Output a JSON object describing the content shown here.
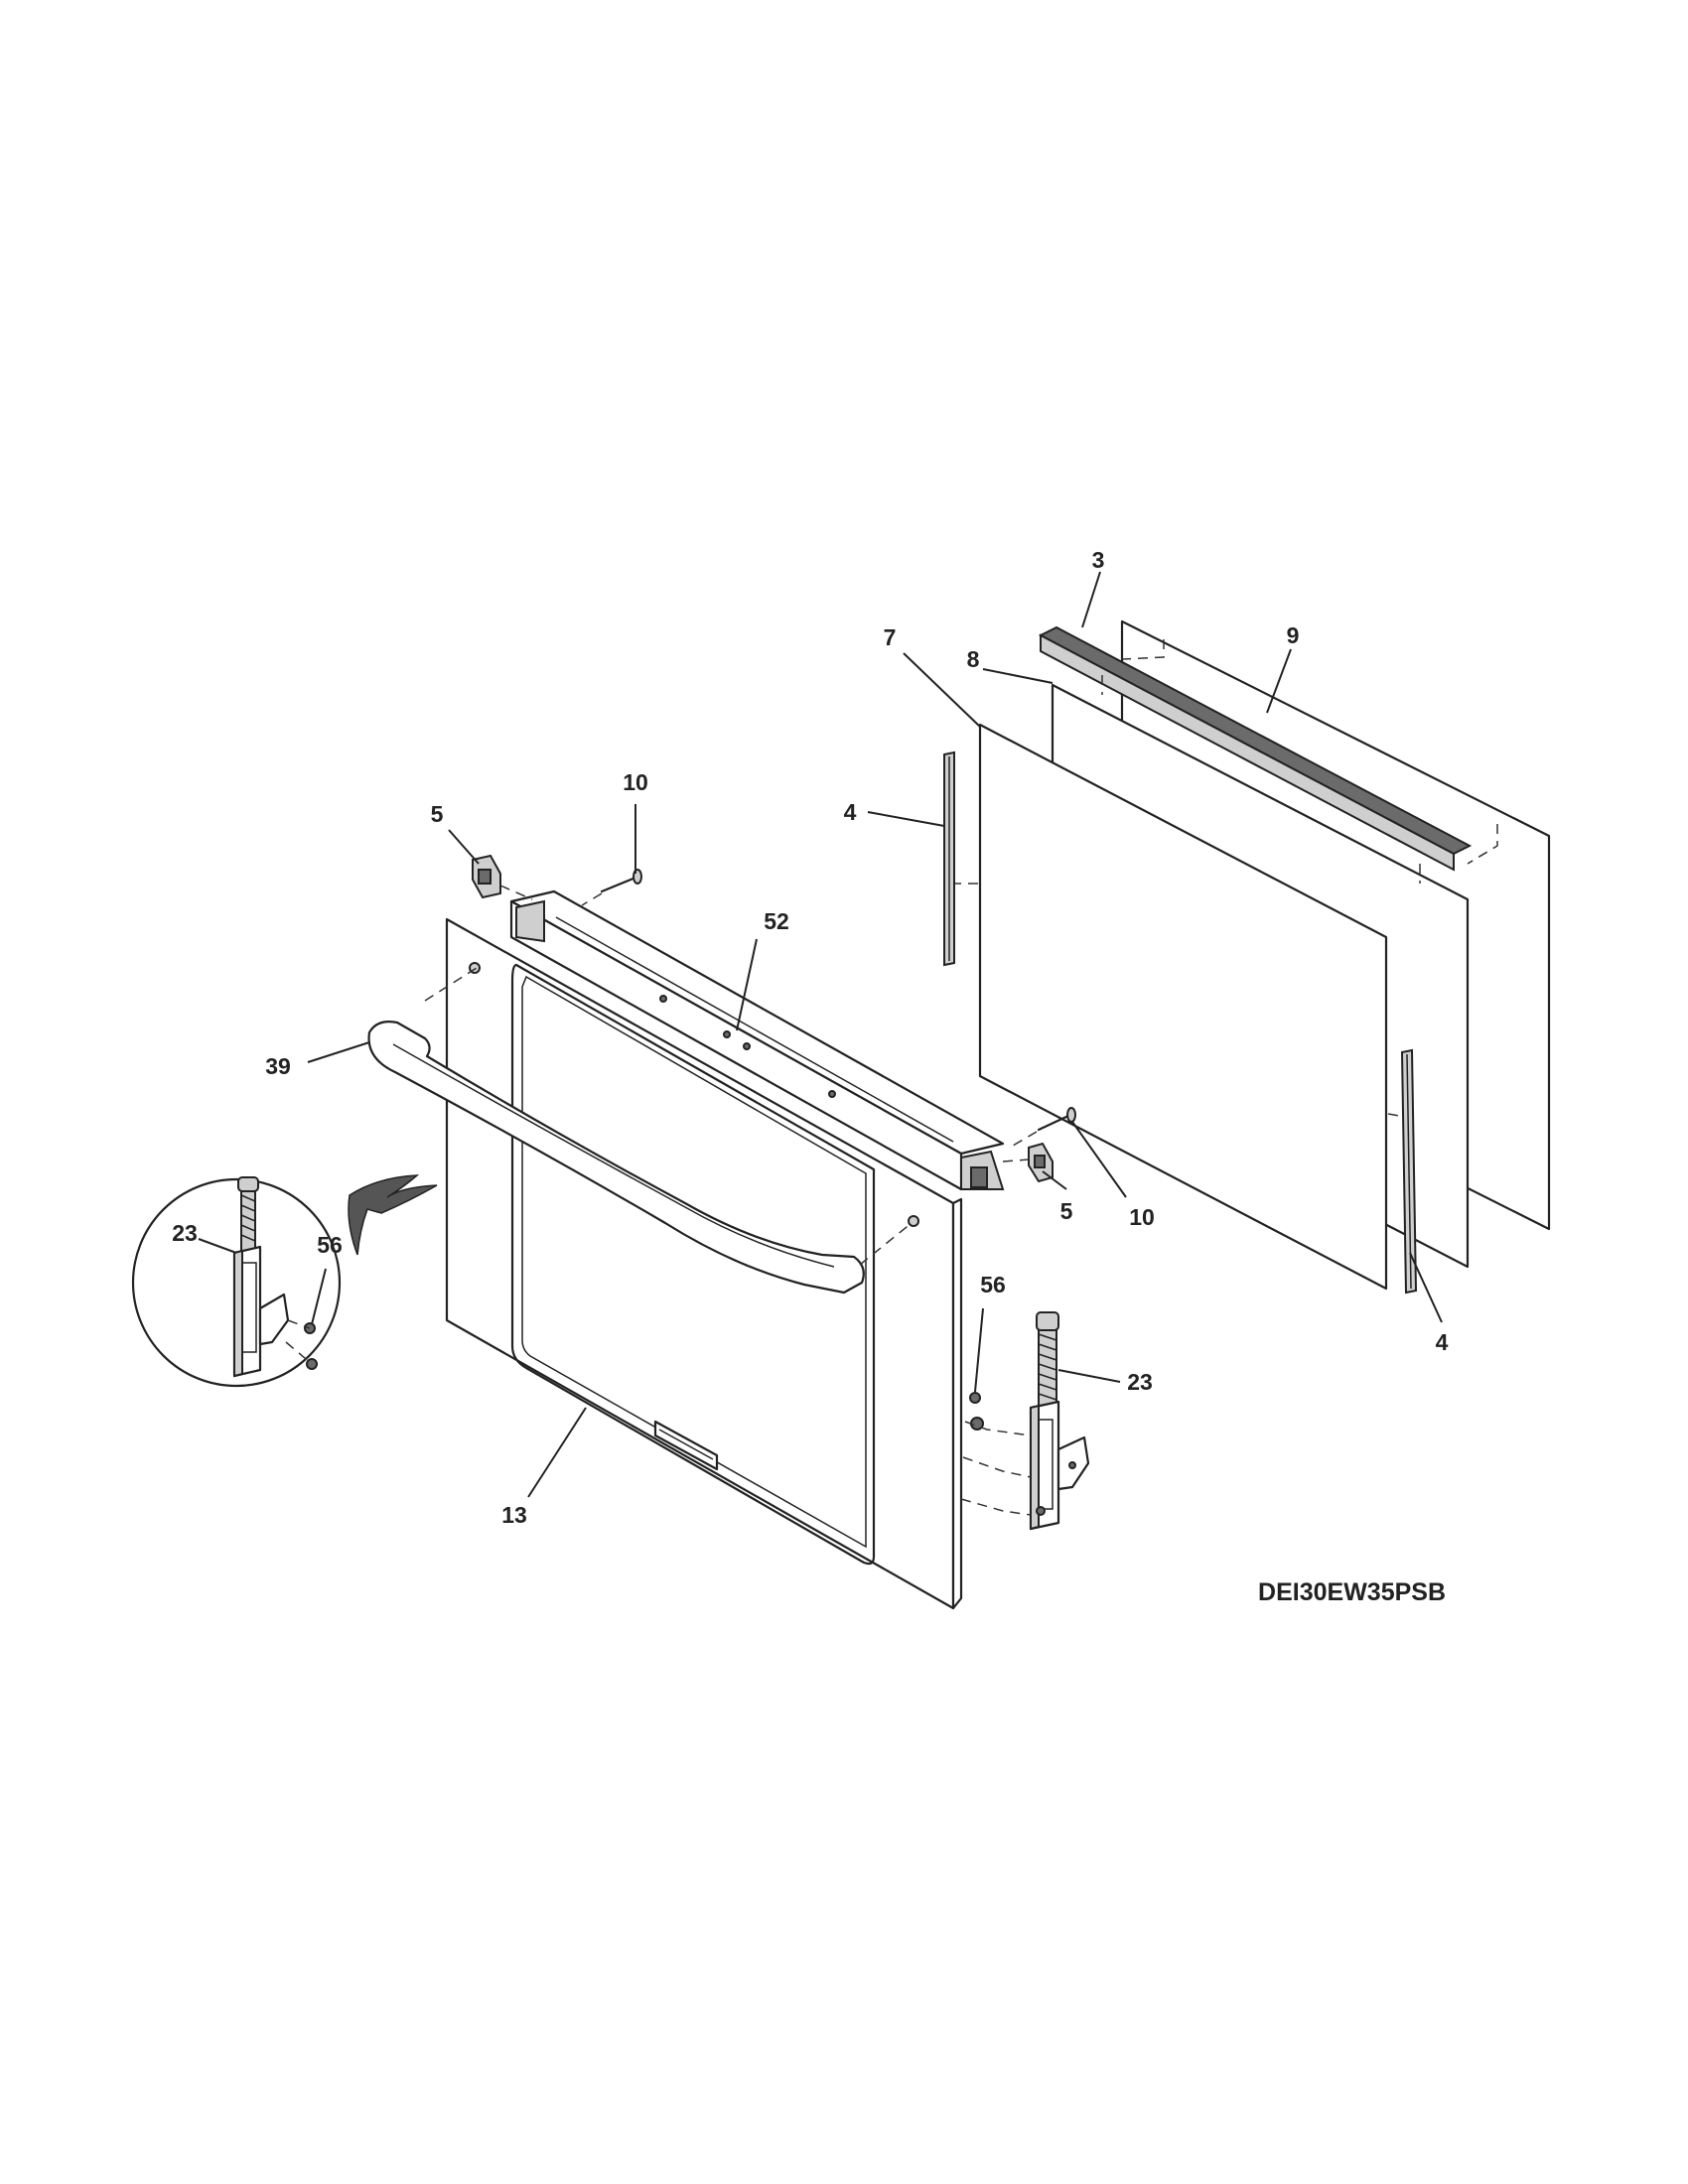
{
  "model_code": "DEI30EW35PSB",
  "callouts": {
    "c3": "3",
    "c4a": "4",
    "c4b": "4",
    "c5a": "5",
    "c5b": "5",
    "c7": "7",
    "c8": "8",
    "c9": "9",
    "c10a": "10",
    "c10b": "10",
    "c13": "13",
    "c23a": "23",
    "c23b": "23",
    "c39": "39",
    "c52": "52",
    "c56a": "56",
    "c56b": "56"
  }
}
